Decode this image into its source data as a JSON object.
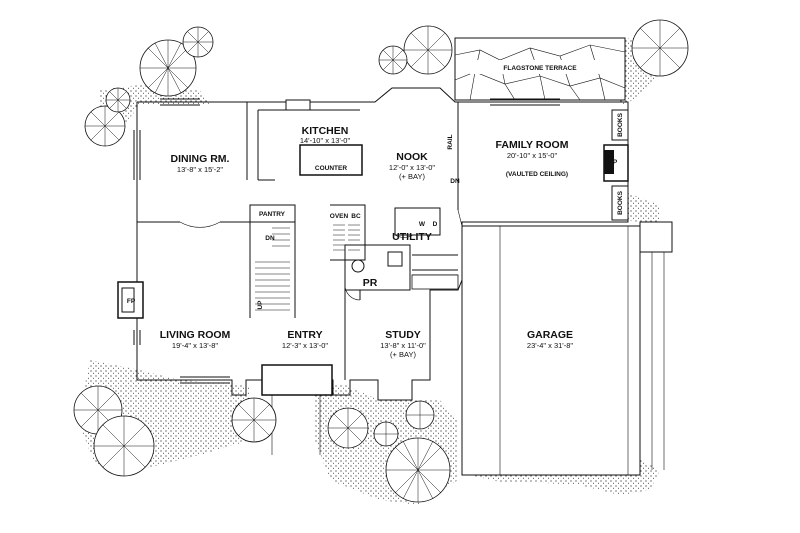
{
  "rooms": {
    "dining": {
      "name": "DINING RM.",
      "dim": "13'-8\" x 15'-2\""
    },
    "kitchen": {
      "name": "KITCHEN",
      "dim": "14'-10\" x 13'-0\""
    },
    "nook": {
      "name": "NOOK",
      "dim": "12'-0\" x 13'-0\"",
      "note": "(+ BAY)"
    },
    "family": {
      "name": "FAMILY ROOM",
      "dim": "20'-10\" x 15'-0\"",
      "note": "(VAULTED CEILING)"
    },
    "living": {
      "name": "LIVING ROOM",
      "dim": "19'-4\" x 13'-8\""
    },
    "entry": {
      "name": "ENTRY",
      "dim": "12'-3\" x 13'-0\""
    },
    "study": {
      "name": "STUDY",
      "dim": "13'-8\" x 11'-0\"",
      "note": "(+ BAY)"
    },
    "garage": {
      "name": "GARAGE",
      "dim": "23'-4\" x 31'-8\""
    }
  },
  "labels": {
    "terrace": "FLAGSTONE TERRACE",
    "counter": "COUNTER",
    "pantry": "PANTRY",
    "oven": "OVEN",
    "bc": "BC",
    "w": "W",
    "d": "D",
    "utility": "UTILITY",
    "pr": "PR",
    "fp_living": "FP",
    "fp_family": "FP",
    "books_top": "BOOKS",
    "books_bottom": "BOOKS",
    "rail": "RAIL",
    "dn_nook": "DN",
    "dn_stair": "DN",
    "up_stair": "UP"
  }
}
